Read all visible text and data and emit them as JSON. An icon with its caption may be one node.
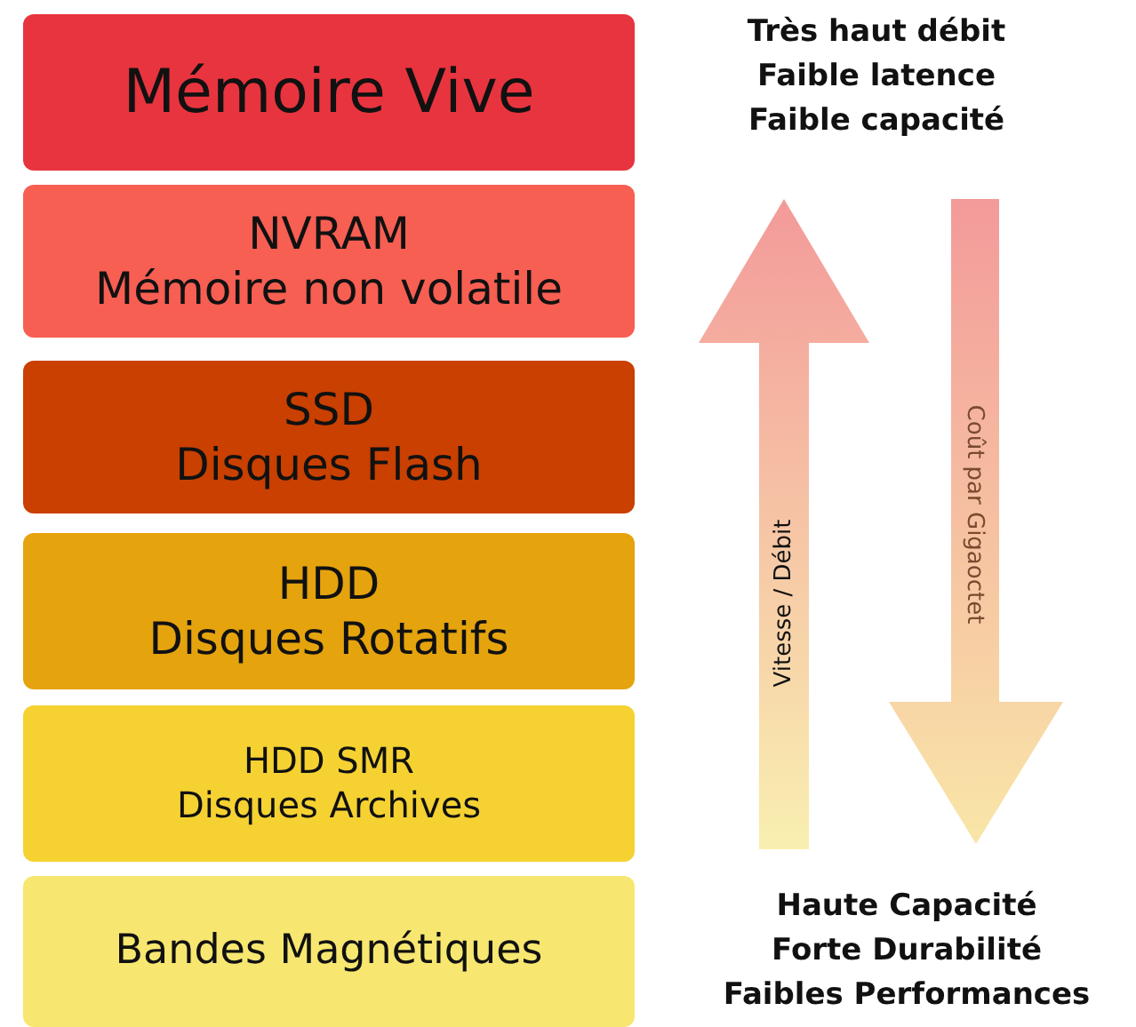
{
  "diagram": {
    "nodes": [
      {
        "text": [
          "Mémoire Vive"
        ]
      },
      {
        "text": [
          "NVRAM",
          "Mémoire non volatile"
        ]
      },
      {
        "text": [
          "SSD",
          "Disques Flash"
        ]
      },
      {
        "text": [
          "HDD",
          "Disques Rotatifs"
        ]
      },
      {
        "text": [
          "HDD SMR",
          "Disques Archives"
        ]
      },
      {
        "text": [
          "Bandes Magnétiques"
        ]
      }
    ],
    "edges": [],
    "labels": [
      "Très haut débit",
      "Faible latence",
      "Faible capacité",
      "Vitesse / Débit",
      "Coût par Gigaoctet",
      "Haute Capacité",
      "Forte Durabilité",
      "Faibles Performances"
    ]
  }
}
